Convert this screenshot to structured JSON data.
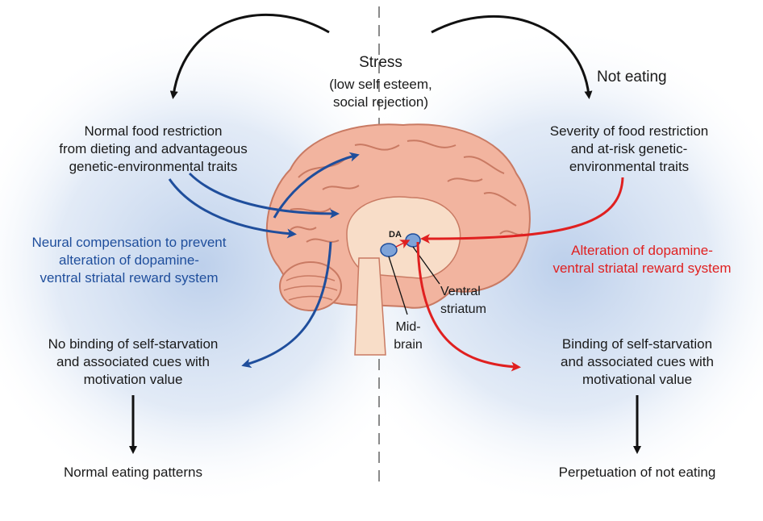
{
  "stress": {
    "title": "Stress",
    "line1": "(low self esteem,",
    "line2": "social rejection)"
  },
  "not_eating": "Not eating",
  "left": {
    "top": [
      "Normal food restriction",
      "from dieting and advantageous",
      "genetic-environmental traits"
    ],
    "middle": [
      "Neural compensation to prevent",
      "alteration of dopamine-",
      "ventral striatal reward system"
    ],
    "lower": [
      "No binding of self-starvation",
      "and associated cues with",
      "motivation value"
    ],
    "outcome": "Normal eating patterns"
  },
  "right": {
    "top": [
      "Severity of food restriction",
      "and at-risk genetic-",
      "environmental traits"
    ],
    "middle": [
      "Alteration of dopamine-",
      "ventral striatal reward system"
    ],
    "lower": [
      "Binding of self-starvation",
      "and associated cues with",
      "motivational value"
    ],
    "outcome": "Perpetuation of not eating"
  },
  "brain": {
    "da": "DA",
    "ventral": [
      "Ventral",
      "striatum"
    ],
    "midbrain": [
      "Mid-",
      "brain"
    ]
  },
  "colors": {
    "blue": "#1f4e9c",
    "red": "#e02020",
    "glow": "#b9cdea",
    "brain": "#f2b49f"
  }
}
